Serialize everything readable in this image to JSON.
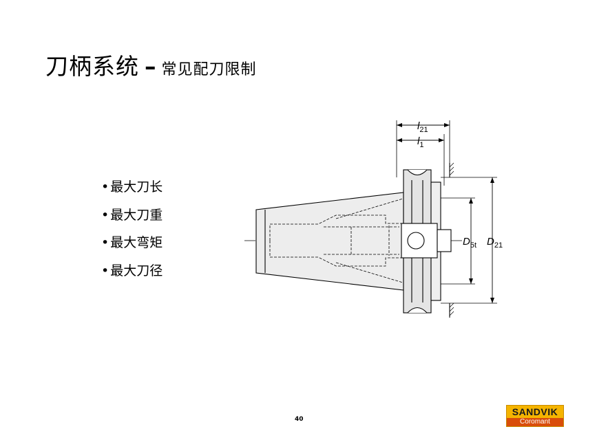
{
  "title": {
    "main": "刀柄系统",
    "dash": "–",
    "sub": "常见配刀限制"
  },
  "bullets": [
    "最大刀长",
    "最大刀重",
    "最大弯矩",
    "最大刀径"
  ],
  "bullet_symbol": "•",
  "drawing": {
    "labels": {
      "l": "l",
      "l21_sub": "21",
      "l1_sub": "1",
      "D": "D",
      "d5t_sub": "5t",
      "d21_sub": "21"
    }
  },
  "page_number": "40",
  "logo": {
    "top_text": "SANDVIK",
    "bottom_text": "Coromant",
    "top_color": "#f5b400",
    "bottom_color": "#d94d0a"
  }
}
